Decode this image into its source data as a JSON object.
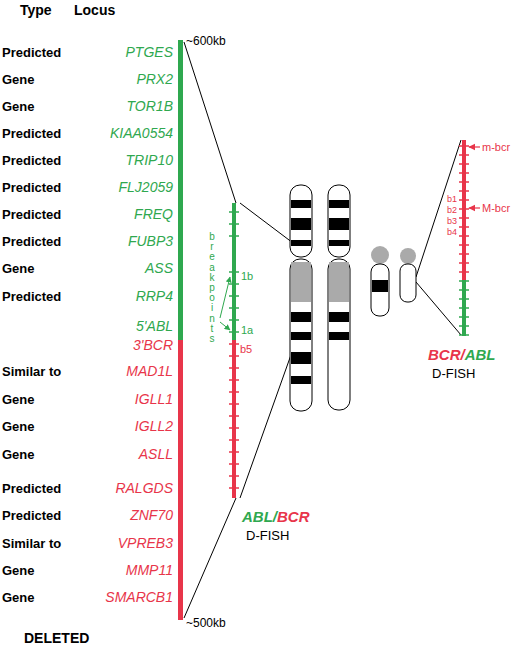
{
  "diagram": {
    "labels": [
      "Type",
      "Locus",
      "Predicted",
      "PTGES",
      "Gene",
      "PRX2",
      "Gene",
      "TOR1B",
      "Predicted",
      "KIAA0554",
      "Predicted",
      "TRIP10",
      "Predicted",
      "FLJ2059",
      "Predicted",
      "FREQ",
      "Predicted",
      "FUBP3",
      "Gene",
      "ASS",
      "Predicted",
      "RRP4",
      "5'ABL",
      "3'BCR",
      "Similar to",
      "MAD1L",
      "Gene",
      "IGLL1",
      "Gene",
      "IGLL2",
      "Gene",
      "ASLL",
      "Predicted",
      "RALGDS",
      "Predicted",
      "ZNF70",
      "Similar to",
      "VPREB3",
      "Gene",
      "MMP11",
      "Gene",
      "SMARCB1",
      "~600kb",
      "breakpoints",
      "1b",
      "1a",
      "b5",
      "m-bcr",
      "M-bcr",
      "b1",
      "b2",
      "b3",
      "b4",
      "ABL/BCR",
      "D-FISH",
      "BCR/ABL",
      "D-FISH",
      "~500kb",
      "DELETED"
    ]
  }
}
